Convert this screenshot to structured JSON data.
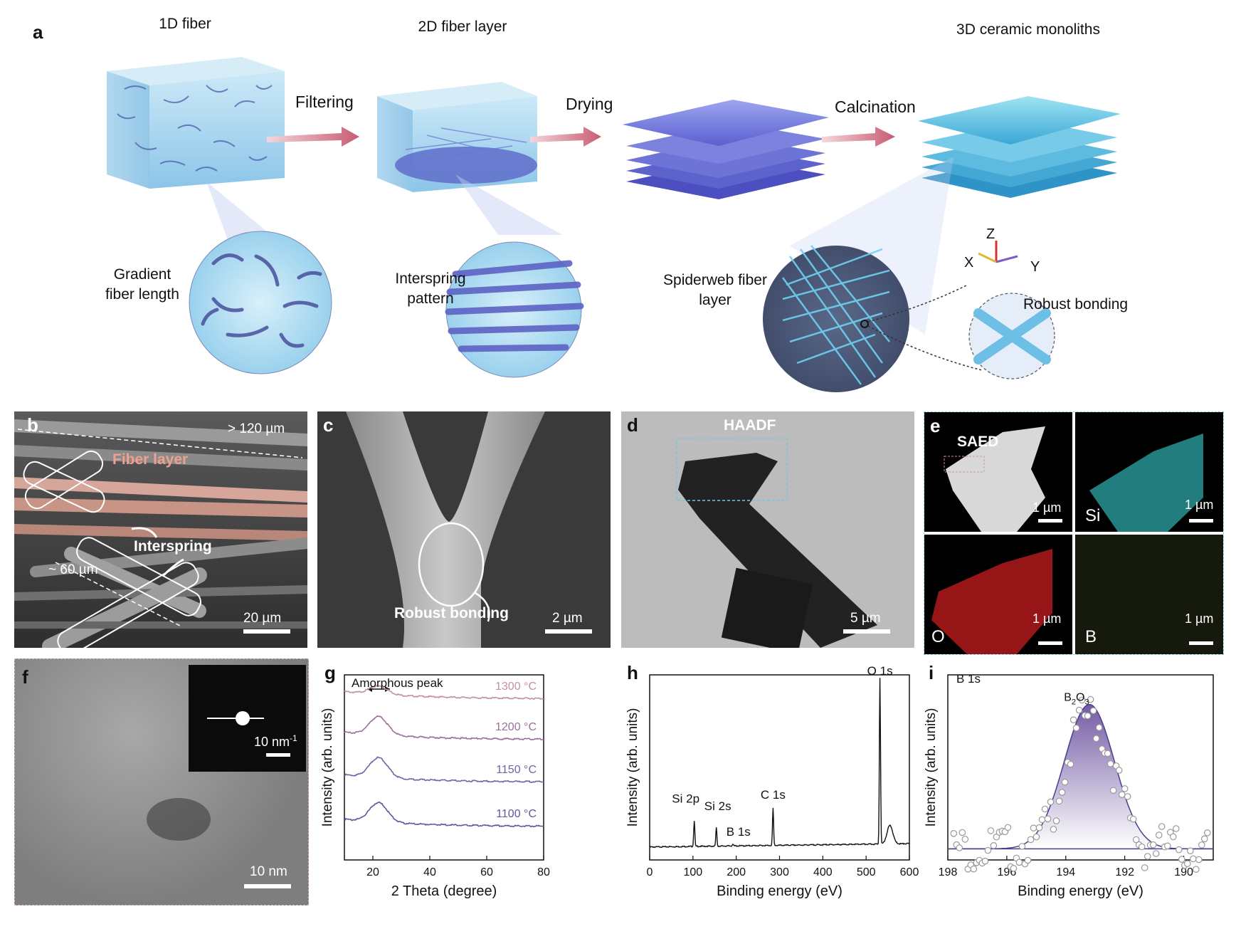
{
  "panel_a": {
    "label": "a",
    "stage1": "1D fiber",
    "stage2": "2D fiber layer",
    "stage3": "3D ceramic monoliths",
    "step1": "Filtering",
    "step2": "Drying",
    "step3": "Calcination",
    "note1_l1": "Gradient",
    "note1_l2": "fiber length",
    "note2_l1": "Interspring",
    "note2_l2": "pattern",
    "note3_l1": "Spiderweb fiber",
    "note3_l2": "layer",
    "note4": "Robust bonding",
    "axis_z": "Z",
    "axis_x": "X",
    "axis_y": "Y"
  },
  "panel_b": {
    "label": "b",
    "len1": "> 120 µm",
    "layer": "Fiber layer",
    "interspring": "Interspring",
    "len2": "~ 60 µm",
    "scale": "20 µm"
  },
  "panel_c": {
    "label": "c",
    "bonding": "Robust bonding",
    "scale": "2 µm"
  },
  "panel_d": {
    "label": "d",
    "mode": "HAADF",
    "scale": "5 µm"
  },
  "panel_e": {
    "label": "e",
    "saed": "SAED",
    "scale": "1 µm",
    "si": "Si",
    "o": "O",
    "b": "B"
  },
  "panel_f": {
    "label": "f",
    "inset_scale": "10 nm",
    "inset_sup": "-1",
    "scale": "10 nm"
  },
  "panel_g": {
    "label": "g",
    "annotation": "Amorphous peak"
  },
  "panel_h": {
    "label": "h"
  },
  "panel_i": {
    "label": "i",
    "title": "B 1s"
  },
  "chart_data": [
    {
      "type": "line",
      "id": "g",
      "xlabel": "2 Theta (degree)",
      "ylabel": "Intensity (arb. units)",
      "xlim": [
        10,
        80
      ],
      "xticks": [
        20,
        40,
        60,
        80
      ],
      "series": [
        {
          "name": "1300 °C",
          "color": "#c58fa2",
          "peak_x": 22,
          "peak_height": 0.18,
          "baseline": 0.87
        },
        {
          "name": "1200 °C",
          "color": "#9b6f9a",
          "peak_x": 22,
          "peak_height": 0.4,
          "baseline": 0.65
        },
        {
          "name": "1150 °C",
          "color": "#6e66a3",
          "peak_x": 22,
          "peak_height": 0.43,
          "baseline": 0.42
        },
        {
          "name": "1100 °C",
          "color": "#5d58a0",
          "peak_x": 22,
          "peak_height": 0.42,
          "baseline": 0.18
        }
      ]
    },
    {
      "type": "line",
      "id": "h",
      "xlabel": "Binding energy (eV)",
      "ylabel": "Intensity (arb. units)",
      "xlim": [
        0,
        600
      ],
      "xticks": [
        0,
        100,
        200,
        300,
        400,
        500,
        600
      ],
      "peaks": [
        {
          "label": "Si 2p",
          "x": 103,
          "height": 0.14
        },
        {
          "label": "Si 2s",
          "x": 154,
          "height": 0.1
        },
        {
          "label": "B 1s",
          "x": 192,
          "height": 0.01
        },
        {
          "label": "C 1s",
          "x": 285,
          "height": 0.2
        },
        {
          "label": "O 1s",
          "x": 532,
          "height": 0.9
        }
      ]
    },
    {
      "type": "scatter",
      "id": "i",
      "title": "B 1s",
      "xlabel": "Binding energy (eV)",
      "ylabel": "Intensity (arb. units)",
      "xlim": [
        198,
        189
      ],
      "xticks": [
        198,
        196,
        194,
        192,
        190
      ],
      "fit": {
        "label": "B2O3",
        "center": 193.2,
        "sigma": 0.85,
        "amplitude": 0.78,
        "baseline": 0.06
      }
    }
  ]
}
